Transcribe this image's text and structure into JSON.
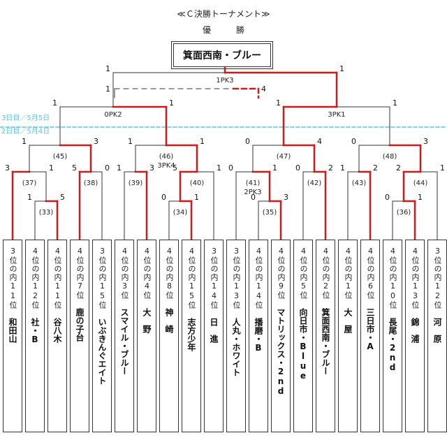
{
  "header": {
    "title": "≪Ｃ決勝トーナメント≫",
    "champion_heading": "優　勝",
    "champion": "箕面西南・ブルー"
  },
  "day_lines": {
    "day3": "3日目／5月5日",
    "day2": "2日目／5月4日"
  },
  "colors": {
    "win": "#d01a1a",
    "line": "#333333",
    "day_line": "#5bc5e6"
  },
  "teams": [
    {
      "seed": "3位の内11位",
      "name": "和田山"
    },
    {
      "seed": "4位の内12位",
      "name": "社・B"
    },
    {
      "seed": "4位の内11位",
      "name": "谷八木"
    },
    {
      "seed": "4位の内7位",
      "name": "鹿の子台"
    },
    {
      "seed": "3位の内15位",
      "name": "いぶきんぐエイト"
    },
    {
      "seed": "4位の内3位",
      "name": "スマイル・ブルー"
    },
    {
      "seed": "4位の内4位",
      "name": "大　野"
    },
    {
      "seed": "4位の内8位",
      "name": "神　崎"
    },
    {
      "seed": "4位の内15位",
      "name": "志方少年"
    },
    {
      "seed": "3位の内14位",
      "name": "日　進"
    },
    {
      "seed": "3位の内13位",
      "name": "人丸・ホワイト"
    },
    {
      "seed": "4位の内14位",
      "name": "播磨・B"
    },
    {
      "seed": "4位の内9位",
      "name": "マトリックス・2nd"
    },
    {
      "seed": "4位の内5位",
      "name": "向日市・Blue"
    },
    {
      "seed": "4位の内2位",
      "name": "箕面西南・ブルー"
    },
    {
      "seed": "4位の内1位",
      "name": "大　屋"
    },
    {
      "seed": "4位の内6位",
      "name": "三日市・A"
    },
    {
      "seed": "4位の内10位",
      "name": "長尾・2nd"
    },
    {
      "seed": "4位の内13位",
      "name": "錦　浦"
    },
    {
      "seed": "3位の内12位",
      "name": "河　原"
    }
  ],
  "matches": [
    {
      "id": "m33",
      "label": "(33)",
      "a": {
        "team": 1
      },
      "b": {
        "team": 2
      },
      "sa": "1",
      "sb": "5",
      "winner": "b"
    },
    {
      "id": "m34",
      "label": "(34)",
      "a": {
        "team": 7
      },
      "b": {
        "team": 8
      },
      "sa": "0",
      "sb": "1",
      "winner": "b"
    },
    {
      "id": "m35",
      "label": "(35)",
      "a": {
        "team": 11
      },
      "b": {
        "team": 12
      },
      "sa": "0",
      "sb": "3",
      "winner": "b"
    },
    {
      "id": "m36",
      "label": "(36)",
      "a": {
        "team": 17
      },
      "b": {
        "team": 18
      },
      "sa": "0",
      "sb": "1",
      "winner": "b"
    },
    {
      "id": "m37",
      "label": "(37)",
      "a": {
        "team": 0
      },
      "b": {
        "match": "m33"
      },
      "sa": "3",
      "sb": "1",
      "winner": "a"
    },
    {
      "id": "m38",
      "label": "(38)",
      "a": {
        "team": 3
      },
      "b": {
        "team": 4
      },
      "sa": "5",
      "sb": "0",
      "winner": "a"
    },
    {
      "id": "m39",
      "label": "(39)",
      "a": {
        "team": 5
      },
      "b": {
        "team": 6
      },
      "sa": "1",
      "sb": "3",
      "winner": "b"
    },
    {
      "id": "m40",
      "label": "(40)",
      "a": {
        "match": "m34"
      },
      "b": {
        "team": 9
      },
      "sa": "5",
      "sb": "1",
      "winner": "a"
    },
    {
      "id": "m41",
      "label": "(41)",
      "a": {
        "team": 10
      },
      "b": {
        "match": "m35"
      },
      "sa": "0",
      "sb": "1",
      "pk": "2PK3",
      "winner": "b"
    },
    {
      "id": "m42",
      "label": "(42)",
      "a": {
        "team": 13
      },
      "b": {
        "team": 14
      },
      "sa": "0",
      "sb": "2",
      "winner": "b"
    },
    {
      "id": "m43",
      "label": "(43)",
      "a": {
        "team": 15
      },
      "b": {
        "team": 16
      },
      "sa": "1",
      "sb": "2",
      "winner": "b"
    },
    {
      "id": "m44",
      "label": "(44)",
      "a": {
        "match": "m36"
      },
      "b": {
        "team": 19
      },
      "sa": "2",
      "sb": "1",
      "winner": "a"
    },
    {
      "id": "m45",
      "label": "(45)",
      "a": {
        "match": "m37"
      },
      "b": {
        "match": "m38"
      },
      "sa": "1",
      "sb": "3",
      "winner": "b"
    },
    {
      "id": "m46",
      "label": "(46)",
      "a": {
        "match": "m39"
      },
      "b": {
        "match": "m40"
      },
      "sa": "1",
      "sb": "1",
      "pk": "3PK4",
      "winner": "b"
    },
    {
      "id": "m47",
      "label": "(47)",
      "a": {
        "match": "m41"
      },
      "b": {
        "match": "m42"
      },
      "sa": "0",
      "sb": "4",
      "winner": "b"
    },
    {
      "id": "m48",
      "label": "(48)",
      "a": {
        "match": "m43"
      },
      "b": {
        "match": "m44"
      },
      "sa": "0",
      "sb": "3",
      "winner": "b"
    },
    {
      "id": "sf1",
      "label": "",
      "a": {
        "match": "m45"
      },
      "b": {
        "match": "m46"
      },
      "sa": "1",
      "sb": "1",
      "pk": "0PK2",
      "winner": "b"
    },
    {
      "id": "sf2",
      "label": "",
      "a": {
        "match": "m47"
      },
      "b": {
        "match": "m48"
      },
      "sa": "1",
      "sb": "1",
      "pk": "3PK1",
      "winner": "a"
    },
    {
      "id": "final",
      "label": "",
      "a": {
        "match": "sf1"
      },
      "b": {
        "match": "sf2"
      },
      "sa": "1",
      "sb": "1",
      "pk": "1PK3",
      "winner": "b"
    }
  ],
  "third_place": {
    "sa": "1",
    "sb": "4"
  }
}
